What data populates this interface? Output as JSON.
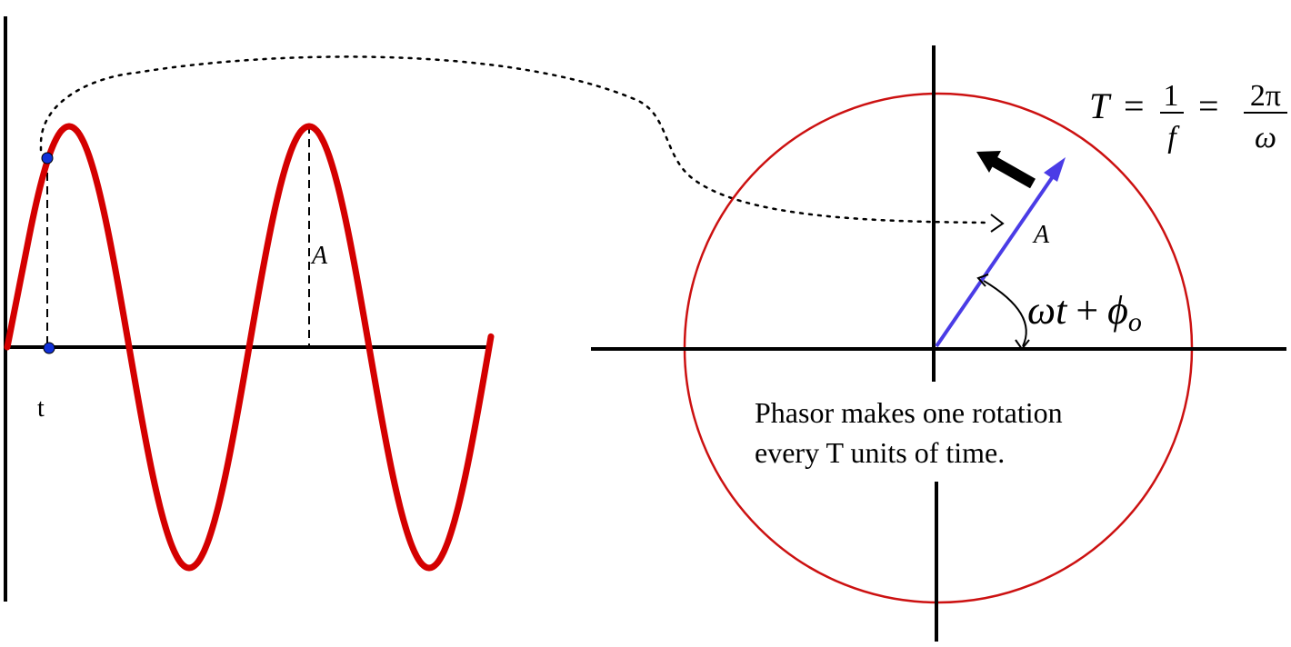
{
  "colors": {
    "wave": "#d40000",
    "circle": "#cc1111",
    "phasor": "#4a3ce6",
    "point": "#1030d8",
    "axis": "#000000"
  },
  "labels": {
    "time_tick": "t",
    "wave_amplitude": "A",
    "phasor_amplitude": "A",
    "angle": {
      "omega": "ω",
      "t": "t",
      "plus": "+",
      "phi": "ϕ",
      "phi_sub": "o"
    },
    "period_formula": {
      "T": "T",
      "eq1": "=",
      "num1": "1",
      "den1": "f",
      "eq2": "=",
      "num2": "2π",
      "den2": "ω"
    },
    "caption_line1": "Phasor makes one rotation",
    "caption_line2": "every T units of time."
  },
  "icons": {
    "rotation_direction": "rotation-direction-arrow-icon",
    "mapping": "dotted-mapping-arrow-icon"
  }
}
